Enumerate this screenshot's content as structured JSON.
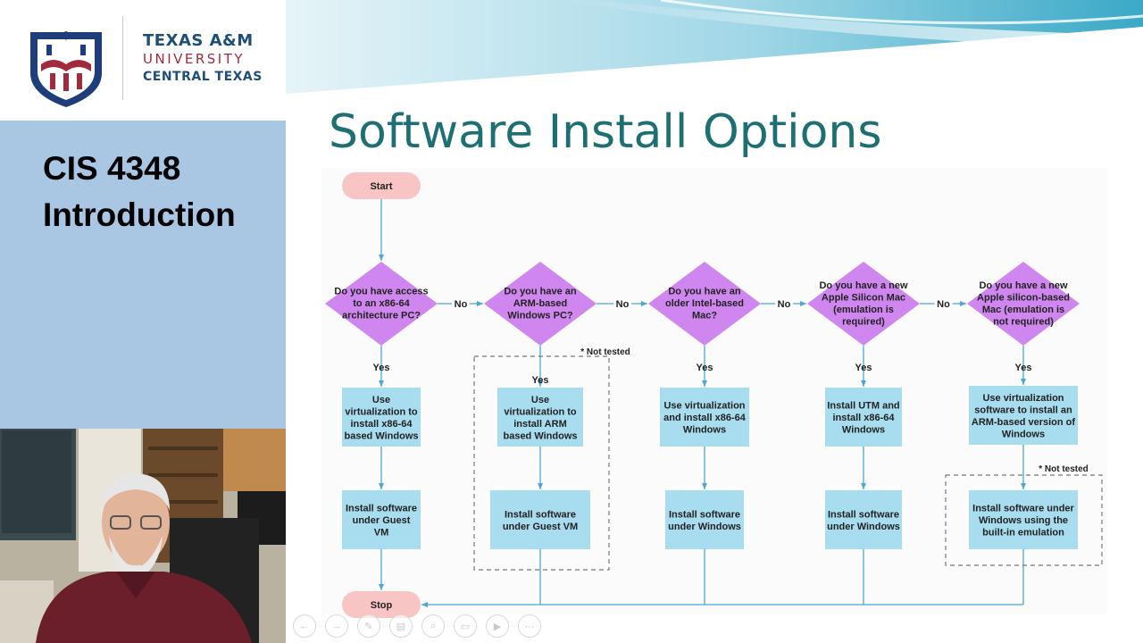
{
  "logo": {
    "line1": "TEXAS A&M",
    "line2": "UNIVERSITY",
    "line3": "CENTRAL TEXAS"
  },
  "course": {
    "line1": "CIS 4348",
    "line2": "Introduction"
  },
  "slide": {
    "title": "Software Install Options"
  },
  "flowchart": {
    "start": "Start",
    "stop": "Stop",
    "edge_no": "No",
    "edge_yes": "Yes",
    "note_not_tested": "* Not tested",
    "columns": [
      {
        "question": [
          "Do you have access",
          "to an x86-64",
          "architecture PC?"
        ],
        "action": [
          "Use",
          "virtualization to",
          "install x86-64",
          "based Windows"
        ],
        "install": [
          "Install software",
          "under Guest",
          "VM"
        ]
      },
      {
        "question": [
          "Do you have an",
          "ARM-based",
          "Windows PC?"
        ],
        "action": [
          "Use",
          "virtualization to",
          "install ARM",
          "based Windows"
        ],
        "install": [
          "Install software",
          "under Guest VM"
        ]
      },
      {
        "question": [
          "Do you have an",
          "older Intel-based",
          "Mac?"
        ],
        "action": [
          "Use virtualization",
          "and install x86-64",
          "Windows"
        ],
        "install": [
          "Install software",
          "under Windows"
        ]
      },
      {
        "question": [
          "Do you have a new",
          "Apple Silicon Mac",
          "(emulation is",
          "required)"
        ],
        "action": [
          "Install UTM and",
          "install x86-64",
          "Windows"
        ],
        "install": [
          "Install software",
          "under Windows"
        ]
      },
      {
        "question": [
          "Do you have a new",
          "Apple silicon-based",
          "Mac (emulation is",
          "not required)"
        ],
        "action": [
          "Use virtualization",
          "software to install an",
          "ARM-based version of",
          "Windows"
        ],
        "install": [
          "Install software under",
          "Windows using the",
          "built-in emulation"
        ]
      }
    ]
  },
  "toolbar": {
    "icons": [
      "previous-icon",
      "next-icon",
      "pen-icon",
      "slides-icon",
      "zoom-icon",
      "screen-icon",
      "video-icon",
      "more-icon"
    ]
  },
  "colors": {
    "title_teal": "#1e6f73",
    "panel_blue": "#a9c6e3",
    "diamond_purple": "#cf87ef",
    "process_blue": "#a8dcef",
    "terminator_pink": "#f9c4c4",
    "connector_blue": "#4aa8d2"
  }
}
